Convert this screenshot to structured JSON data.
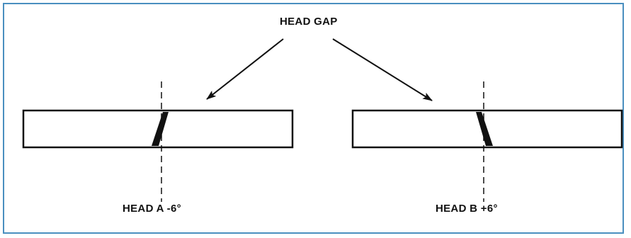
{
  "labels": {
    "head_gap": "HEAD GAP",
    "head_a": "HEAD A -6°",
    "head_b": "HEAD B +6°"
  },
  "colors": {
    "frame_border": "#4a8fbf",
    "ink": "#111111"
  },
  "heads": [
    {
      "name": "HEAD A",
      "azimuth_deg": -6
    },
    {
      "name": "HEAD B",
      "azimuth_deg": 6
    }
  ]
}
